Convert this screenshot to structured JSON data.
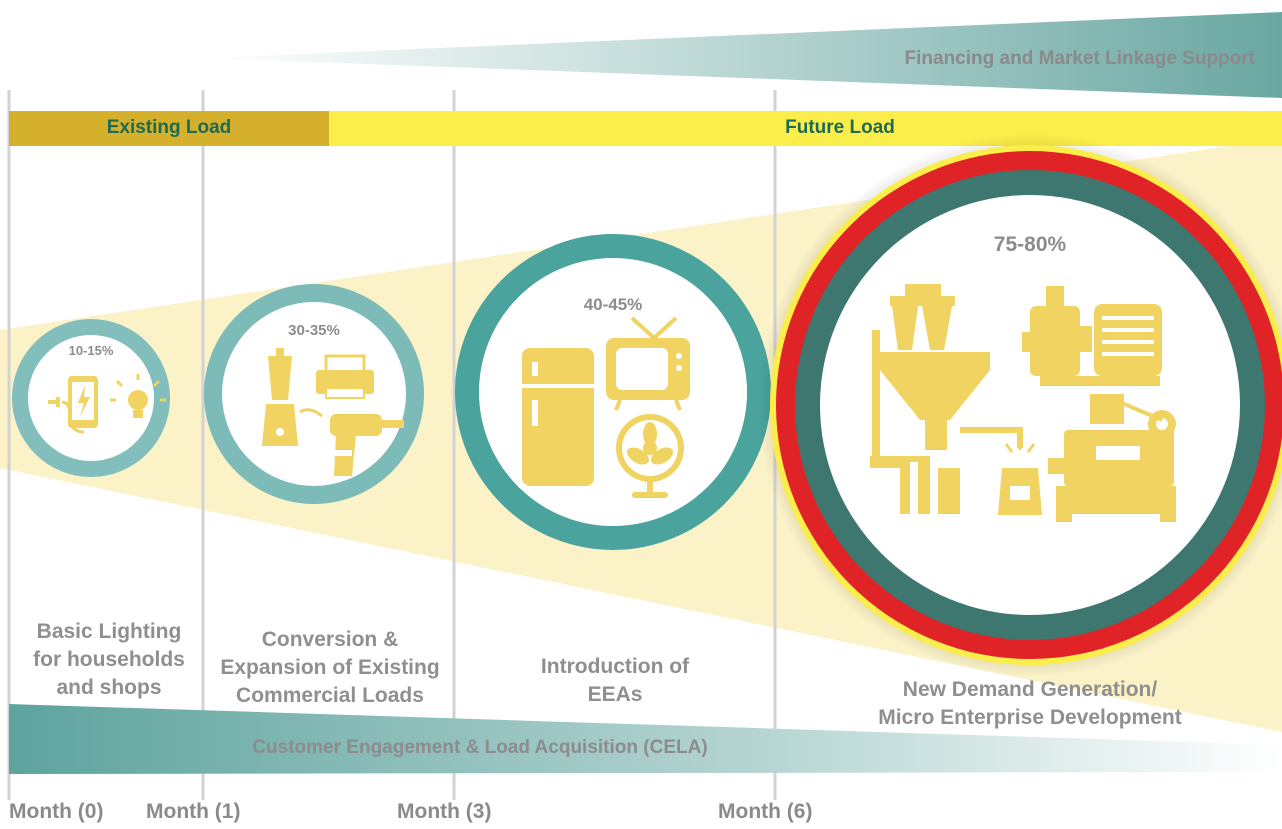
{
  "colors": {
    "teal_dark": "#3e776f",
    "teal_mid": "#4aa39d",
    "teal_light": "#82bebb",
    "gold": "#d4b02c",
    "yellow": "#fcee4a",
    "cone": "#fbf2c8",
    "icon": "#f0d360",
    "red": "#e02326"
  },
  "financing_label": "Financing and Market Linkage Support",
  "existing_load_label": "Existing Load",
  "future_load_label": "Future Load",
  "stages": [
    {
      "percent": "10-15%",
      "label_lines": [
        "Basic Lighting",
        "for households",
        "and shops"
      ],
      "icons": [
        "phone-charging-icon",
        "light-bulb-icon"
      ]
    },
    {
      "percent": "30-35%",
      "label_lines": [
        "Conversion &",
        "Expansion of Existing",
        "Commercial Loads"
      ],
      "icons": [
        "blender-icon",
        "printer-icon",
        "drill-icon"
      ]
    },
    {
      "percent": "40-45%",
      "label_lines": [
        "Introduction of",
        "EEAs"
      ],
      "icons": [
        "refrigerator-icon",
        "television-icon",
        "fan-icon"
      ]
    },
    {
      "percent": "75-80%",
      "label_lines": [
        "New Demand Generation/",
        "Micro Enterprise Development"
      ],
      "icons": [
        "grain-mill-icon",
        "water-pump-icon",
        "oil-press-icon",
        "flour-sack-icon"
      ]
    }
  ],
  "cela_label": "Customer Engagement & Load Acquisition (CELA)",
  "months": [
    "Month (0)",
    "Month (1)",
    "Month (3)",
    "Month (6)"
  ]
}
